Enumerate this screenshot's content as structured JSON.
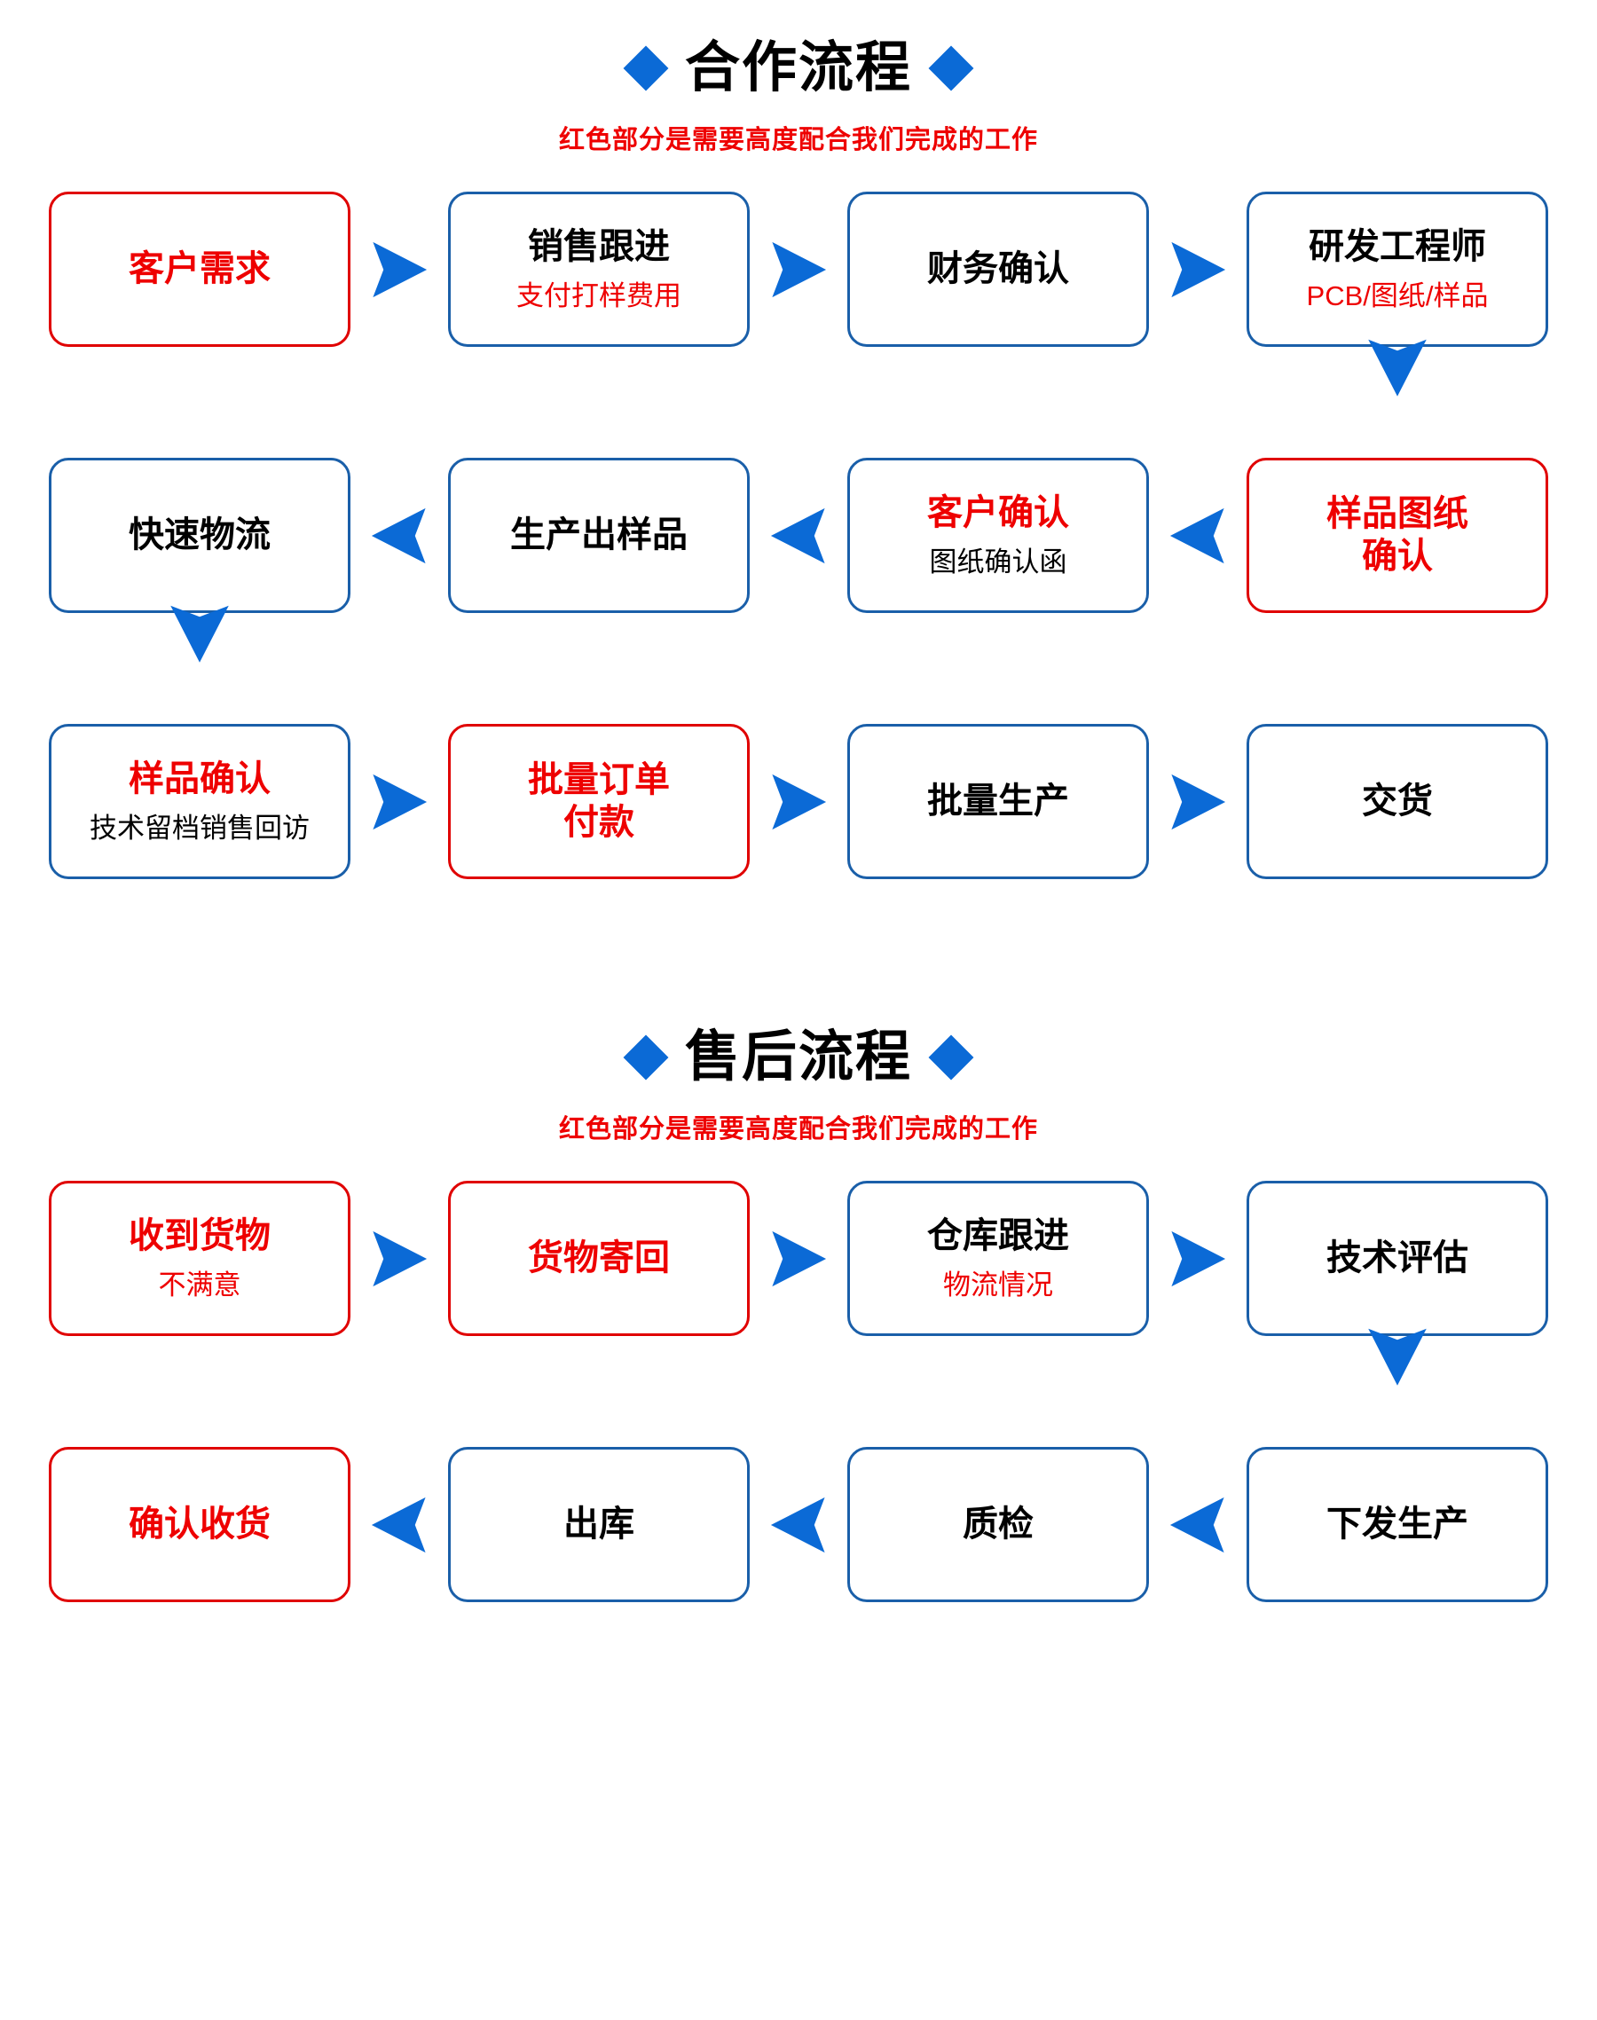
{
  "sections": [
    {
      "title": "合作流程",
      "subtitle": "红色部分是需要高度配合我们完成的工作",
      "rows": [
        {
          "direction": "right",
          "nodes": [
            {
              "main": "客户需求",
              "main_color": "red",
              "border": "red",
              "sub": "",
              "sub_color": ""
            },
            {
              "main": "销售跟进",
              "main_color": "black",
              "border": "blue",
              "sub": "支付打样费用",
              "sub_color": "red"
            },
            {
              "main": "财务确认",
              "main_color": "black",
              "border": "blue",
              "sub": "",
              "sub_color": ""
            },
            {
              "main": "研发工程师",
              "main_color": "black",
              "border": "blue",
              "sub": "PCB/图纸/样品",
              "sub_color": "red"
            }
          ]
        },
        {
          "direction": "left",
          "nodes": [
            {
              "main": "快速物流",
              "main_color": "black",
              "border": "blue",
              "sub": "",
              "sub_color": ""
            },
            {
              "main": "生产出样品",
              "main_color": "black",
              "border": "blue",
              "sub": "",
              "sub_color": ""
            },
            {
              "main": "客户确认",
              "main_color": "red",
              "border": "blue",
              "sub": "图纸确认函",
              "sub_color": "black"
            },
            {
              "main": "样品图纸\n确认",
              "main_color": "red",
              "border": "red",
              "sub": "",
              "sub_color": ""
            }
          ]
        },
        {
          "direction": "right",
          "nodes": [
            {
              "main": "样品确认",
              "main_color": "red",
              "border": "blue",
              "sub": "技术留档销售回访",
              "sub_color": "black"
            },
            {
              "main": "批量订单\n付款",
              "main_color": "red",
              "border": "red",
              "sub": "",
              "sub_color": ""
            },
            {
              "main": "批量生产",
              "main_color": "black",
              "border": "blue",
              "sub": "",
              "sub_color": ""
            },
            {
              "main": "交货",
              "main_color": "black",
              "border": "blue",
              "sub": "",
              "sub_color": ""
            }
          ]
        }
      ],
      "down_arrows": [
        {
          "row": 0,
          "col": 3
        },
        {
          "row": 1,
          "col": 0
        }
      ]
    },
    {
      "title": "售后流程",
      "subtitle": "红色部分是需要高度配合我们完成的工作",
      "rows": [
        {
          "direction": "right",
          "nodes": [
            {
              "main": "收到货物",
              "main_color": "red",
              "border": "red",
              "sub": "不满意",
              "sub_color": "red"
            },
            {
              "main": "货物寄回",
              "main_color": "red",
              "border": "red",
              "sub": "",
              "sub_color": ""
            },
            {
              "main": "仓库跟进",
              "main_color": "black",
              "border": "blue",
              "sub": "物流情况",
              "sub_color": "red"
            },
            {
              "main": "技术评估",
              "main_color": "black",
              "border": "blue",
              "sub": "",
              "sub_color": ""
            }
          ]
        },
        {
          "direction": "left",
          "nodes": [
            {
              "main": "确认收货",
              "main_color": "red",
              "border": "red",
              "sub": "",
              "sub_color": ""
            },
            {
              "main": "出库",
              "main_color": "black",
              "border": "blue",
              "sub": "",
              "sub_color": ""
            },
            {
              "main": "质检",
              "main_color": "black",
              "border": "blue",
              "sub": "",
              "sub_color": ""
            },
            {
              "main": "下发生产",
              "main_color": "black",
              "border": "blue",
              "sub": "",
              "sub_color": ""
            }
          ]
        }
      ],
      "down_arrows": [
        {
          "row": 0,
          "col": 3
        }
      ]
    }
  ],
  "colors": {
    "accent_blue": "#0b6ad6",
    "border_blue": "#1a5fa9",
    "accent_red": "#ee0000",
    "border_red": "#e00000",
    "text_black": "#000000",
    "background": "#ffffff"
  },
  "icons": {
    "diamond": "diamond-icon",
    "arrow_right": "arrow-right-icon",
    "arrow_left": "arrow-left-icon",
    "arrow_down": "arrow-down-icon"
  }
}
